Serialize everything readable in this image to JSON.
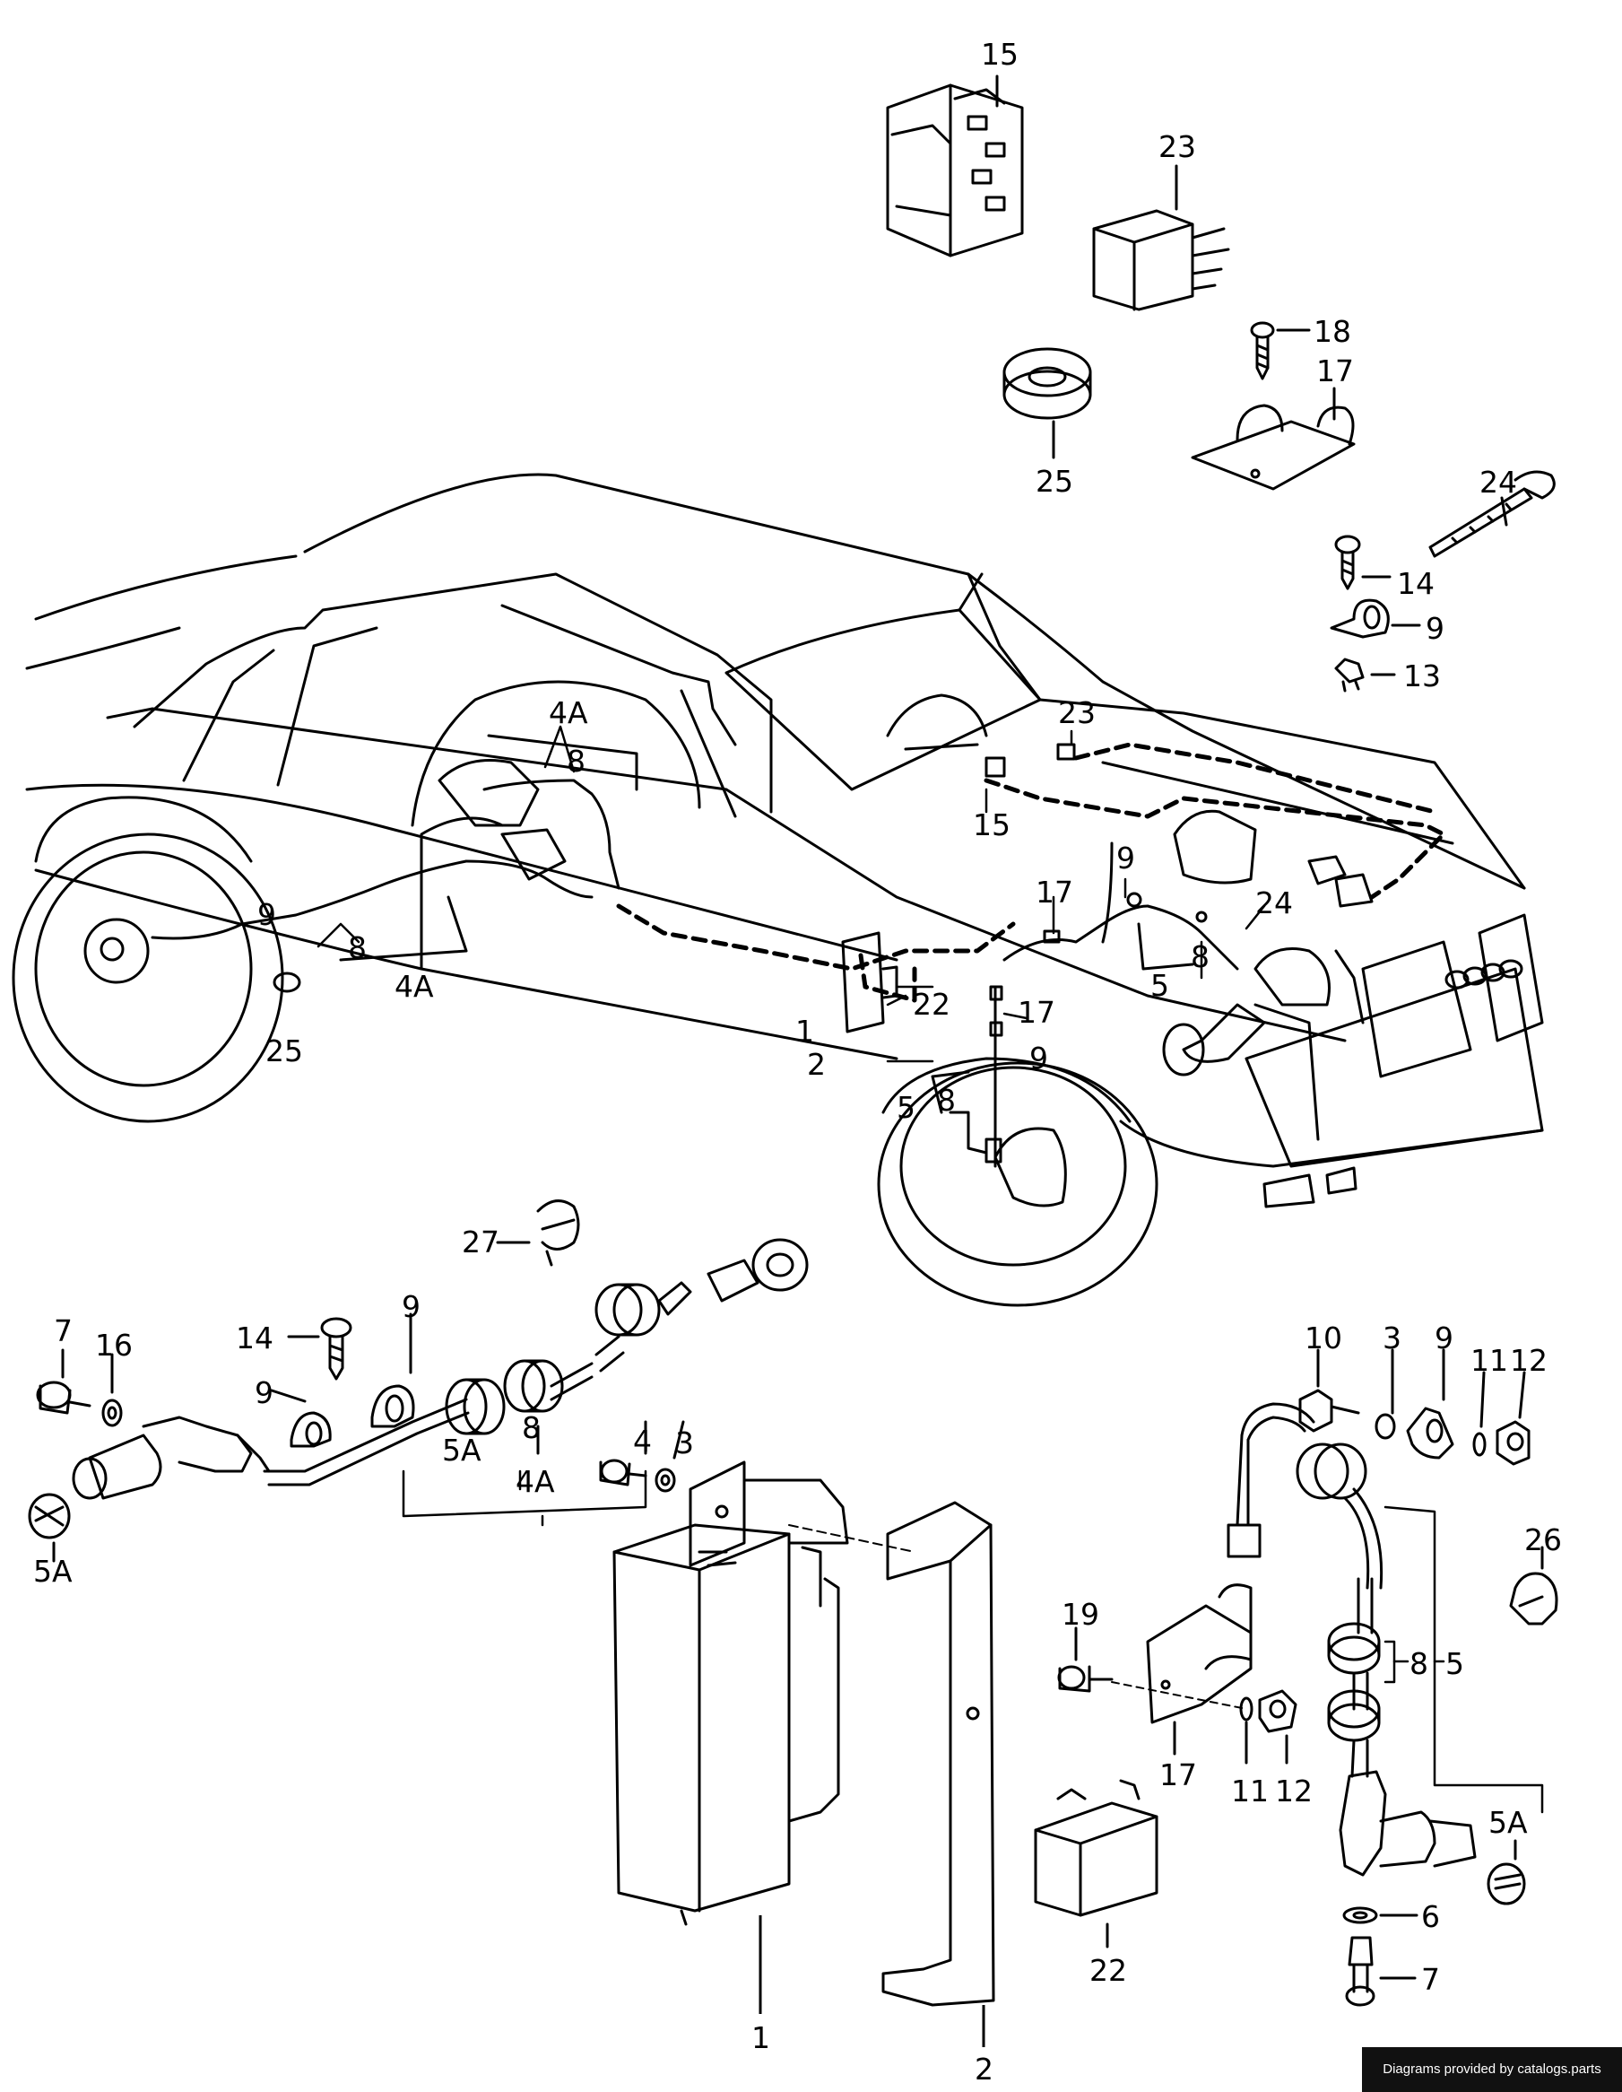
{
  "labels": {
    "relay_switch": "15",
    "relay_box": "23",
    "screw_top": "18",
    "bracket_top": "17",
    "grommet_top": "25",
    "strap": "24",
    "screw_right": "14",
    "clip_right": "9",
    "nut_clip": "13",
    "car_4a": "4A",
    "car_8": "8",
    "car_23": "23",
    "car_15": "15",
    "car_9a": "9",
    "car_17": "17",
    "car_24": "24",
    "car_9b": "9",
    "car_8b": "8",
    "car_5": "5",
    "car_25": "25",
    "car_4a_b": "4A",
    "car_17b": "17",
    "car_1": "1",
    "car_22": "22",
    "car_2": "2",
    "car_9c": "9",
    "car_5b": "5",
    "car_8c": "8",
    "l_27": "27",
    "l_7": "7",
    "l_16": "16",
    "l_14": "14",
    "l_9a": "9",
    "l_9b": "9",
    "l_5a_left": "5A",
    "l_8": "8",
    "l_5a_mid": "5A",
    "l_4a": "4A",
    "l_4": "4",
    "l_3": "3",
    "r_10": "10",
    "r_3": "3",
    "r_9": "9",
    "r_11": "11",
    "r_12": "12",
    "r_26": "26",
    "r_19": "19",
    "r_8": "8",
    "r_5": "5",
    "r_17": "17",
    "r_11b": "11",
    "r_12b": "12",
    "r_5a": "5A",
    "r_6": "6",
    "r_7": "7",
    "r_22": "22",
    "b_1": "1",
    "b_2": "2"
  },
  "credit": "Diagrams provided by catalogs.parts"
}
